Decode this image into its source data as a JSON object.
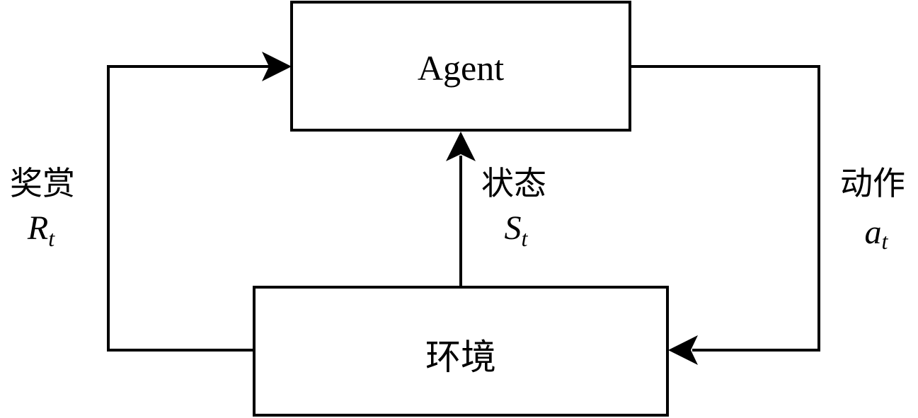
{
  "diagram": {
    "agent_label": "Agent",
    "environment_label": "环境",
    "reward": {
      "label": "奖赏",
      "symbol": "R",
      "subscript": "t"
    },
    "state": {
      "label": "状态",
      "symbol": "S",
      "subscript": "t"
    },
    "action": {
      "label": "动作",
      "symbol": "a",
      "subscript": "t"
    }
  }
}
